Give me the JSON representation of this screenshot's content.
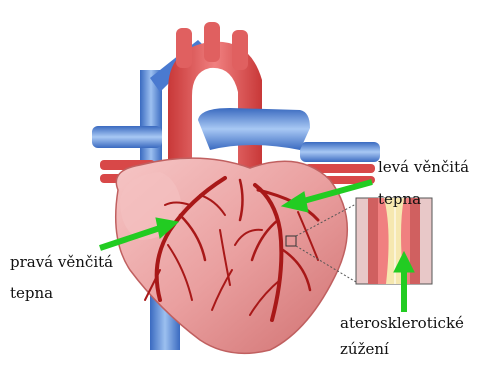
{
  "labels": {
    "left_coronary_line1": "levá věnčitá",
    "left_coronary_line2": "tepna",
    "right_coronary_line1": "pravá věnčitá",
    "right_coronary_line2": "tepna",
    "atherosclerotic_line1": "aterosklerotické",
    "atherosclerotic_line2": "zúžení"
  },
  "colors": {
    "heart": "#e8a0a0",
    "heart_dark": "#c85a5a",
    "aorta": "#e05050",
    "vein_blue": "#5a8ad8",
    "artery_line": "#b01818",
    "arrow_green": "#22cc22",
    "plaque": "#f4e8a0"
  }
}
